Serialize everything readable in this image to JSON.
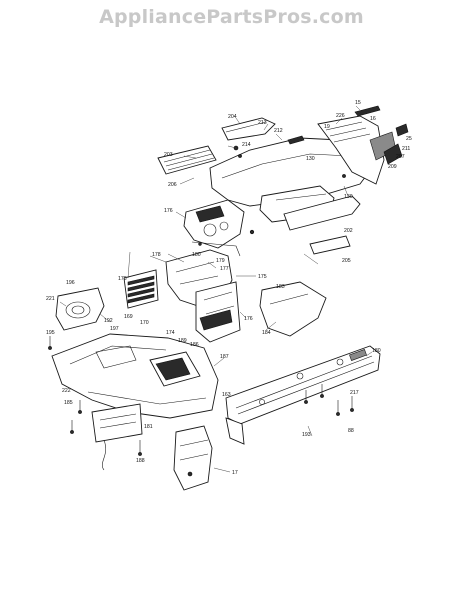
{
  "header": {
    "watermark": "AppliancePartsPros.com"
  },
  "callouts": {
    "c204": "204",
    "c213": "213",
    "c212": "212",
    "c226": "226",
    "c15": "15",
    "c16": "16",
    "c19": "19",
    "c214": "214",
    "c203": "203",
    "c130a": "130",
    "c207": "207",
    "c25": "25",
    "c211": "211",
    "c209": "209",
    "c206": "206",
    "c130b": "130",
    "c202": "202",
    "c176a": "176",
    "c205": "205",
    "c178a": "178",
    "c177": "177",
    "c175": "175",
    "c179": "179",
    "c180a": "180",
    "c178b": "178",
    "c183": "183",
    "c196": "196",
    "c221": "221",
    "c195": "195",
    "c192": "192",
    "c197": "197",
    "c169": "169",
    "c170": "170",
    "c174": "174",
    "c176b": "176",
    "c189": "189",
    "c186": "186",
    "c184": "184",
    "c187": "187",
    "c180b": "180",
    "c222": "222",
    "c185": "185",
    "c163": "163",
    "c217": "217",
    "c181": "181",
    "c188": "188",
    "c193": "193",
    "c17": "17",
    "c88": "88"
  }
}
